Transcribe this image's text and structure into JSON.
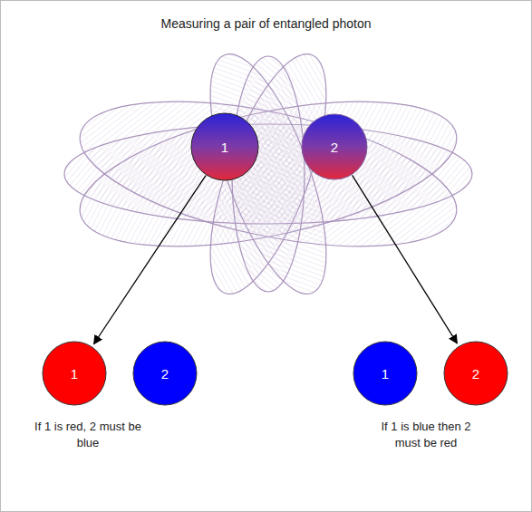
{
  "diagram": {
    "title": "Measuring a pair of entangled photon",
    "nodes": [
      {
        "text": [
          "1"
        ]
      },
      {
        "text": [
          "2"
        ]
      },
      {
        "text": [
          "1"
        ]
      },
      {
        "text": [
          "2"
        ]
      },
      {
        "text": [
          "1"
        ]
      },
      {
        "text": [
          "2"
        ]
      }
    ],
    "edges": [
      {
        "from": 0,
        "to": 2,
        "arrow": "to"
      },
      {
        "from": 1,
        "to": 5,
        "arrow": "to"
      }
    ],
    "labels": [
      "If 1 is red, 2 must be blue",
      "If 1 is blue then 2 must be red"
    ]
  }
}
